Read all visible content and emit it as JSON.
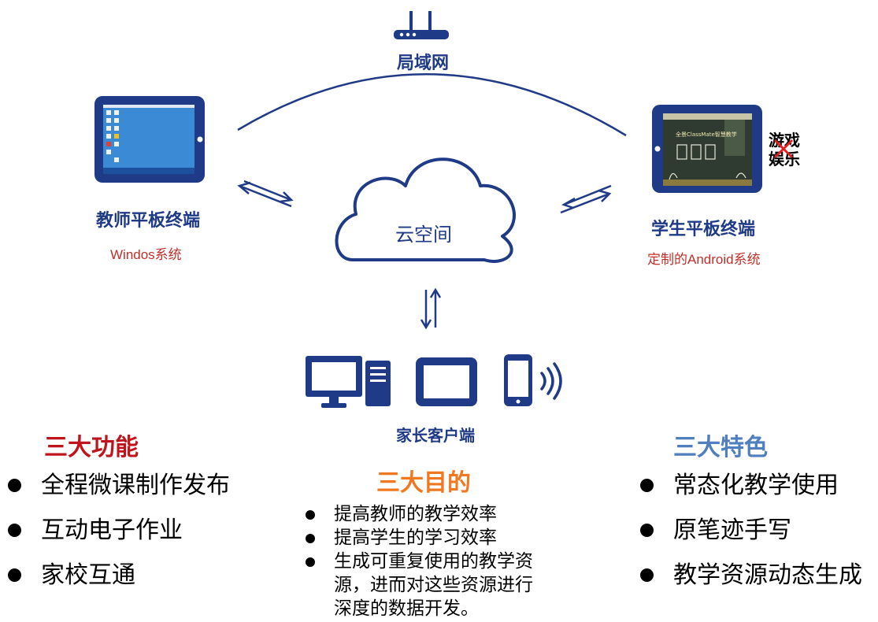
{
  "diagram": {
    "lan_label": "局域网",
    "cloud_label": "云空间",
    "teacher": {
      "label": "教师平板终端",
      "note": "Windos系统"
    },
    "student": {
      "label": "学生平板终端",
      "note": "定制的Android系统",
      "screen_banner": "全景ClassMate智慧教学",
      "blocked_line1": "游戏",
      "blocked_line2": "娱乐"
    },
    "parent": {
      "label": "家长客户端"
    }
  },
  "functions": {
    "title": "三大功能",
    "items": [
      "全程微课制作发布",
      "互动电子作业",
      "家校互通"
    ]
  },
  "purposes": {
    "title": "三大目的",
    "items": [
      "提高教师的教学效率",
      "提高学生的学习效率",
      "生成可重复使用的教学资",
      "源，进而对这些资源进行",
      "深度的数据开发。"
    ]
  },
  "features": {
    "title": "三大特色",
    "items": [
      "常态化教学使用",
      "原笔迹手写",
      "教学资源动态生成"
    ]
  },
  "colors": {
    "navy": "#1f3a86",
    "red_heading": "#c0141c",
    "orange_heading": "#f07820",
    "blue_heading": "#4f7fbe",
    "note_red": "#c0302a"
  }
}
